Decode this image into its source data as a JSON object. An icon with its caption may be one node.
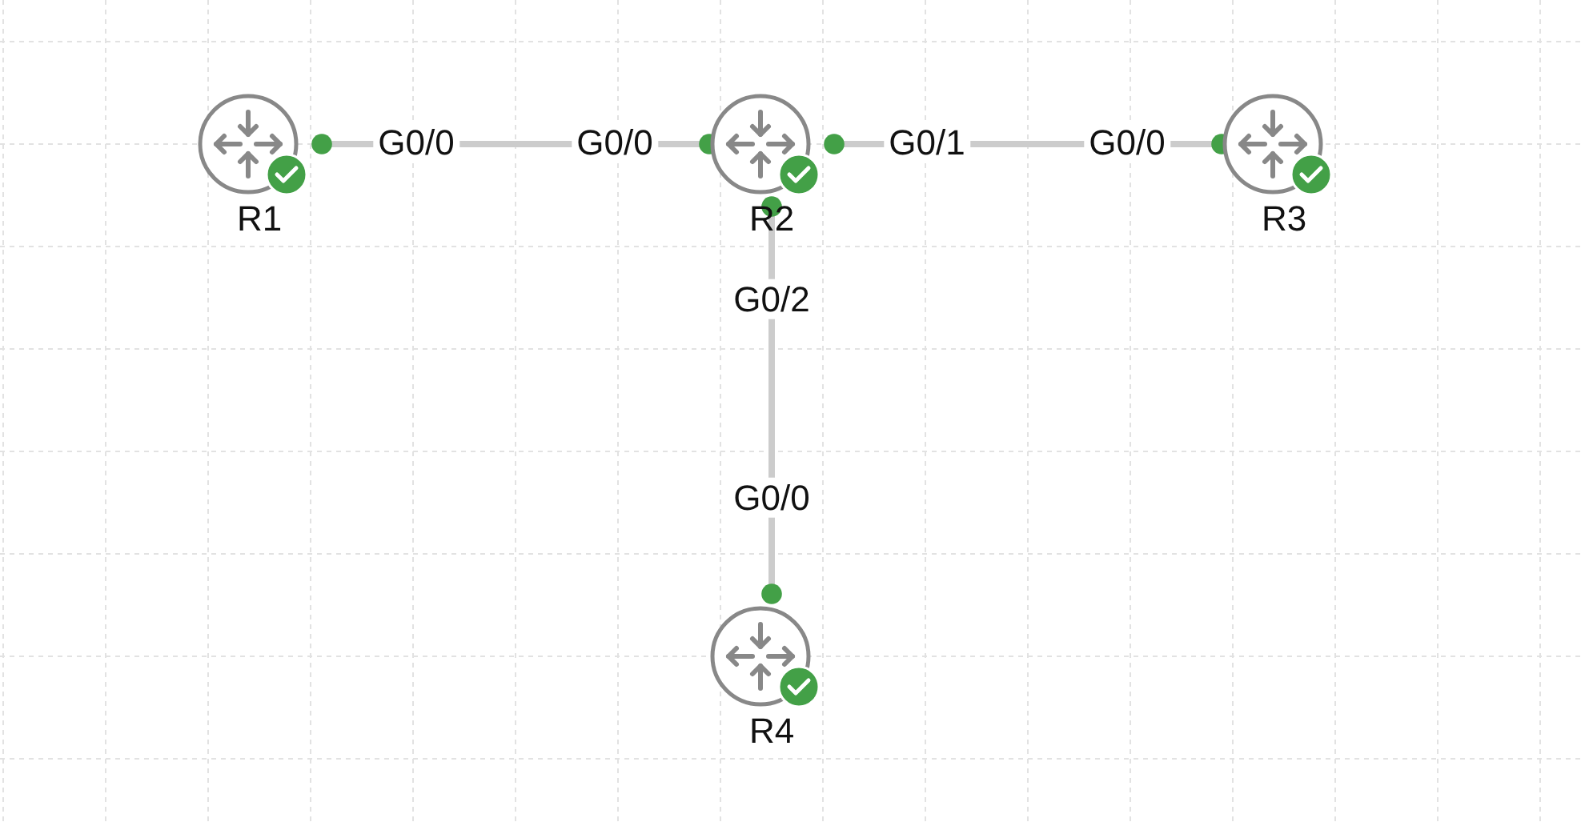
{
  "diagram": {
    "nodes": [
      {
        "text": [
          "R1"
        ]
      },
      {
        "text": [
          "R2"
        ]
      },
      {
        "text": [
          "R3"
        ]
      },
      {
        "text": [
          "R4"
        ]
      }
    ],
    "edges": [
      {
        "from": 0,
        "to": 1,
        "arrow": "other"
      },
      {
        "from": 1,
        "to": 2,
        "arrow": "other"
      },
      {
        "from": 1,
        "to": 3,
        "arrow": "other"
      }
    ],
    "labels": [
      "G0/0",
      "G0/0",
      "G0/1",
      "G0/0",
      "G0/2",
      "G0/0"
    ]
  }
}
